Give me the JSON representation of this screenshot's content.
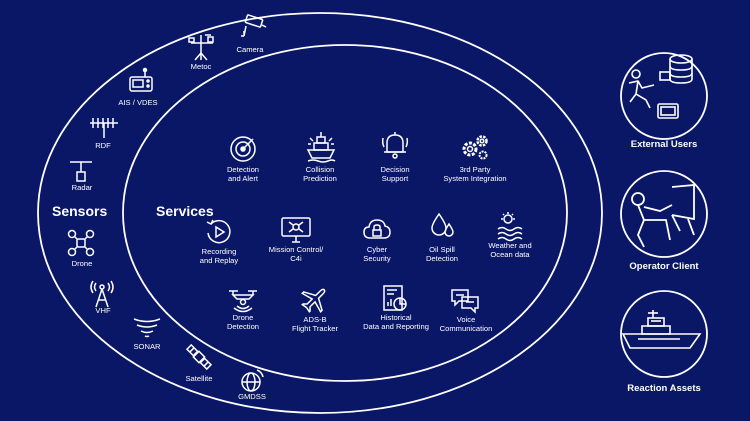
{
  "sensors": {
    "title": "Sensors",
    "items": [
      {
        "label": "Camera",
        "icon": "camera-icon"
      },
      {
        "label": "Metoc",
        "icon": "metoc-icon"
      },
      {
        "label": "AIS / VDES",
        "icon": "ais-transponder-icon"
      },
      {
        "label": "RDF",
        "icon": "rdf-antenna-icon"
      },
      {
        "label": "Radar",
        "icon": "radar-icon"
      },
      {
        "label": "Drone",
        "icon": "drone-icon"
      },
      {
        "label": "VHF",
        "icon": "vhf-radio-icon"
      },
      {
        "label": "SONAR",
        "icon": "sonar-icon"
      },
      {
        "label": "Satellite",
        "icon": "satellite-icon"
      },
      {
        "label": "GMDSS",
        "icon": "gmdss-globe-icon"
      }
    ]
  },
  "services": {
    "title": "Services",
    "items": [
      {
        "label": "Detection\nand Alert",
        "icon": "detection-target-icon"
      },
      {
        "label": "Collision\nPrediction",
        "icon": "ship-collision-icon"
      },
      {
        "label": "Decision\nSupport",
        "icon": "alarm-bell-icon"
      },
      {
        "label": "3rd Party\nSystem Integration",
        "icon": "gears-icon"
      },
      {
        "label": "Recording\nand Replay",
        "icon": "replay-icon"
      },
      {
        "label": "Mission Control/\nC4i",
        "icon": "mission-control-icon"
      },
      {
        "label": "Cyber\nSecurity",
        "icon": "cloud-lock-icon"
      },
      {
        "label": "Oil Spill\nDetection",
        "icon": "oil-drop-icon"
      },
      {
        "label": "Weather and\nOcean data",
        "icon": "weather-waves-icon"
      },
      {
        "label": "Drone\nDetection",
        "icon": "drone-detection-icon"
      },
      {
        "label": "ADS-B\nFlight Tracker",
        "icon": "airplane-icon"
      },
      {
        "label": "Historical\nData and Reporting",
        "icon": "report-icon"
      },
      {
        "label": "Voice\nCommunication",
        "icon": "chat-bubbles-icon"
      }
    ]
  },
  "clients": [
    {
      "label": "External Users",
      "icon": "external-users-icon"
    },
    {
      "label": "Operator Client",
      "icon": "operator-client-icon"
    },
    {
      "label": "Reaction Assets",
      "icon": "reaction-vessel-icon"
    }
  ],
  "colors": {
    "background": "#0a1767",
    "foreground": "#ffffff"
  }
}
